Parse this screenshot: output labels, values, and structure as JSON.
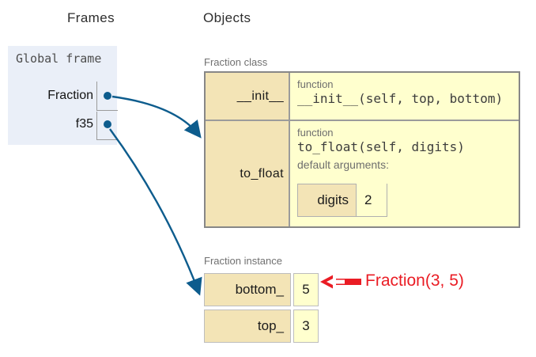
{
  "headers": {
    "frames": "Frames",
    "objects": "Objects"
  },
  "frame": {
    "title": "Global frame",
    "variables": [
      {
        "name": "Fraction"
      },
      {
        "name": "f35"
      }
    ]
  },
  "class_obj": {
    "label": "Fraction class",
    "rows": [
      {
        "key": "__init__",
        "type_label": "function",
        "signature": "__init__(self, top, bottom)"
      },
      {
        "key": "to_float",
        "type_label": "function",
        "signature": "to_float(self, digits)",
        "default_args_label": "default arguments:",
        "defaults": [
          {
            "name": "digits",
            "value": "2"
          }
        ]
      }
    ]
  },
  "instance_obj": {
    "label": "Fraction instance",
    "fields": [
      {
        "name": "bottom_",
        "value": "5"
      },
      {
        "name": "top_",
        "value": "3"
      }
    ]
  },
  "annotation": {
    "text": "Fraction(3, 5)"
  },
  "colors": {
    "pointer_blue": "#0d5c8d",
    "annotation_red": "#ea1c24",
    "key_cell_tan": "#f3e4b6",
    "object_yellow": "#ffffce",
    "frame_bg": "#eaeff8"
  }
}
